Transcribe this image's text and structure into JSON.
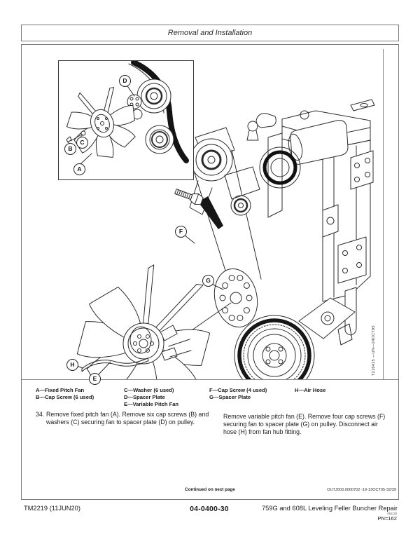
{
  "header": {
    "title": "Removal and Installation"
  },
  "figure": {
    "id_vertical": "T216415 —UN—24OCT05",
    "callouts": {
      "A": "A",
      "B": "B",
      "C": "C",
      "D": "D",
      "E": "E",
      "F": "F",
      "G": "G",
      "H": "H"
    }
  },
  "legend": {
    "col1": [
      "A—Fixed Pitch Fan",
      "B—Cap Screw (6 used)"
    ],
    "col2": [
      "C—Washer (6 used)",
      "D—Spacer Plate",
      "E—Variable Pitch Fan"
    ],
    "col3": [
      "F—Cap Screw (4 used)",
      "G—Spacer Plate"
    ],
    "col4": [
      "H—Air Hose"
    ]
  },
  "body": {
    "step_number": "34.",
    "left_text": "Remove fixed pitch fan (A). Remove six cap screws (B) and washers (C) securing fan to spacer plate (D) on pulley.",
    "right_text": "Remove variable pitch fan (E). Remove four cap screws (F) securing fan to spacer plate (G) on pulley. Disconnect air hose (H) from fan hub fitting."
  },
  "continuation": {
    "continued": "Continued on next page",
    "doc_code": "OUTJ003,0000702 -19-13OCT05-32/39"
  },
  "page_footer": {
    "left": "TM2219 (11JUN20)",
    "center": "04-0400-30",
    "right": "759G and 608L Leveling Feller Buncher Repair",
    "right_tiny": "091120",
    "pn": "PN=162"
  }
}
